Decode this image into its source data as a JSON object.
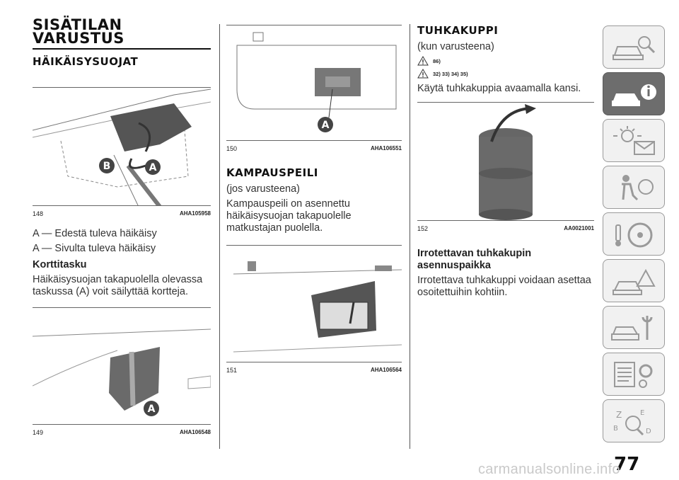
{
  "col1": {
    "title_line1": "SISÄTILAN",
    "title_line2": "VARUSTUS",
    "section_title": "HÄIKÄISYSUOJAT",
    "fig148": {
      "number": "148",
      "code": "AHA105958",
      "label_b": "B",
      "label_a": "A"
    },
    "item_a1": "A — Edestä tuleva häikäisy",
    "item_a2": "A — Sivulta tuleva häikäisy",
    "subheading": "Korttitasku",
    "paragraph": "Häikäisysuojan takapuolella olevassa taskussa (A) voit säilyttää kortteja.",
    "fig149": {
      "number": "149",
      "code": "AHA106548",
      "label_a": "A"
    }
  },
  "col2": {
    "fig150": {
      "number": "150",
      "code": "AHA106551",
      "label_a": "A"
    },
    "section_title": "KAMPAUSPEILI",
    "note": "(jos varusteena)",
    "paragraph": "Kampauspeili on asennettu häikäisysuojan takapuolelle matkustajan puolella.",
    "fig151": {
      "number": "151",
      "code": "AHA106564"
    }
  },
  "col3": {
    "section_title": "TUHKAKUPPI",
    "note": "(kun varusteena)",
    "warning1": "86)",
    "warning2": "32) 33) 34) 35)",
    "paragraph1": "Käytä tuhkakuppia avaamalla kansi.",
    "fig152": {
      "number": "152",
      "code": "AA0021001"
    },
    "subheading": "Irrotettavan tuhkakupin asennuspaikka",
    "paragraph2": "Irrotettava tuhkakuppi voidaan asettaa osoitettuihin kohtiin."
  },
  "sidebar": {
    "tabs": [
      {
        "icon": "car-search-icon",
        "active": false
      },
      {
        "icon": "car-info-icon",
        "active": true
      },
      {
        "icon": "warning-lights-icon",
        "active": false
      },
      {
        "icon": "airbag-seat-icon",
        "active": false
      },
      {
        "icon": "steering-key-icon",
        "active": false
      },
      {
        "icon": "roadside-emergency-icon",
        "active": false
      },
      {
        "icon": "car-maintenance-icon",
        "active": false
      },
      {
        "icon": "specifications-icon",
        "active": false
      },
      {
        "icon": "index-search-icon",
        "active": false
      }
    ]
  },
  "page": {
    "number": "77",
    "watermark": "carmanualsonline.info"
  }
}
